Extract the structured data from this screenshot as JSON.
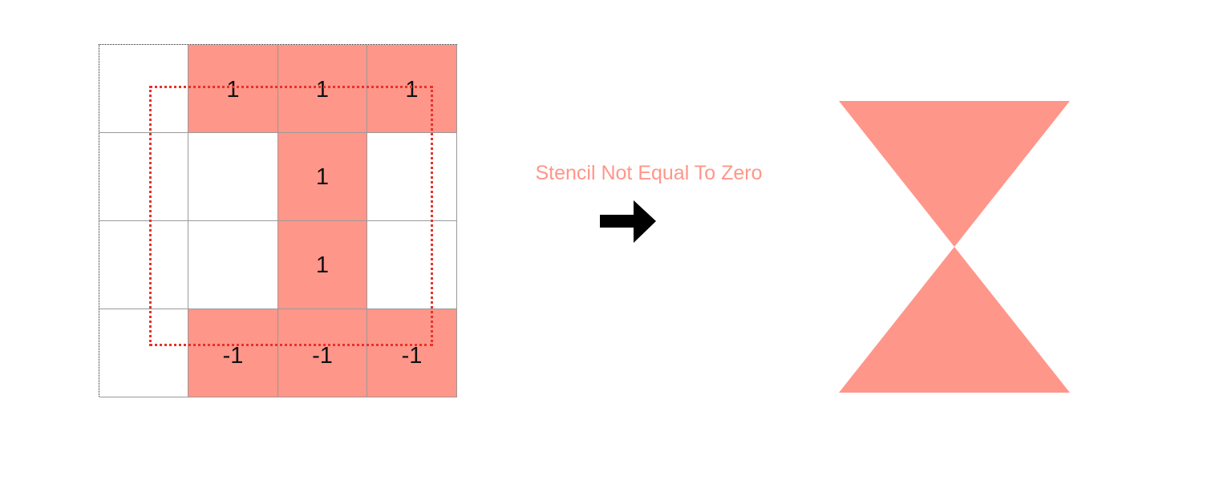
{
  "grid": {
    "rows": [
      [
        {
          "value": "",
          "filled": false
        },
        {
          "value": "1",
          "filled": true
        },
        {
          "value": "1",
          "filled": true
        },
        {
          "value": "1",
          "filled": true
        }
      ],
      [
        {
          "value": "",
          "filled": false
        },
        {
          "value": "",
          "filled": false
        },
        {
          "value": "1",
          "filled": true
        },
        {
          "value": "",
          "filled": false
        }
      ],
      [
        {
          "value": "",
          "filled": false
        },
        {
          "value": "",
          "filled": false
        },
        {
          "value": "1",
          "filled": true
        },
        {
          "value": "",
          "filled": false
        }
      ],
      [
        {
          "value": "",
          "filled": false
        },
        {
          "value": "-1",
          "filled": true
        },
        {
          "value": "-1",
          "filled": true
        },
        {
          "value": "-1",
          "filled": true
        }
      ]
    ]
  },
  "label": "Stencil Not Equal To Zero",
  "colors": {
    "fill": "#ff968a",
    "path": "#e8322a",
    "arrow": "#000000"
  },
  "icons": {
    "arrow": "right-arrow-icon"
  }
}
